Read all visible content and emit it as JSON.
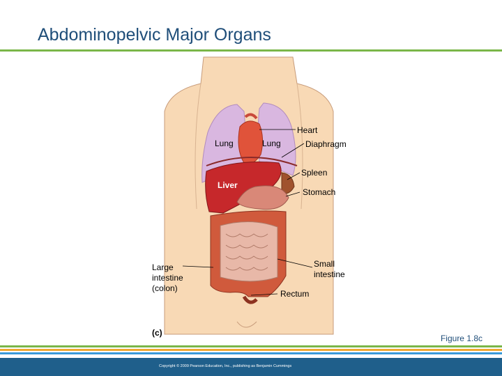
{
  "slide": {
    "title": "Abdominopelvic Major Organs",
    "figure_label": "Figure 1.8c",
    "copyright": "Copyright © 2009 Pearson Education, Inc., publishing as Benjamin Cummings"
  },
  "diagram": {
    "panel_label": "(c)",
    "labels": {
      "lung_left": "Lung",
      "lung_right": "Lung",
      "liver": "Liver",
      "heart": "Heart",
      "diaphragm": "Diaphragm",
      "spleen": "Spleen",
      "stomach": "Stomach",
      "small_intestine_1": "Small",
      "small_intestine_2": "intestine",
      "large_intestine_1": "Large",
      "large_intestine_2": "intestine",
      "large_intestine_3": "(colon)",
      "rectum": "Rectum"
    }
  },
  "colors": {
    "title": "#1f4e79",
    "rule_green": "#7ab648",
    "stripe_colors": [
      "#7ab648",
      "#f0a830",
      "#3a9ad9",
      "#1f5f8b"
    ],
    "skin": "#f8d9b5",
    "lung": "#d9b7e0",
    "liver": "#c6282b",
    "heart": "#e0533a",
    "intestine": "#e8a38c",
    "colon": "#d05a3c"
  }
}
